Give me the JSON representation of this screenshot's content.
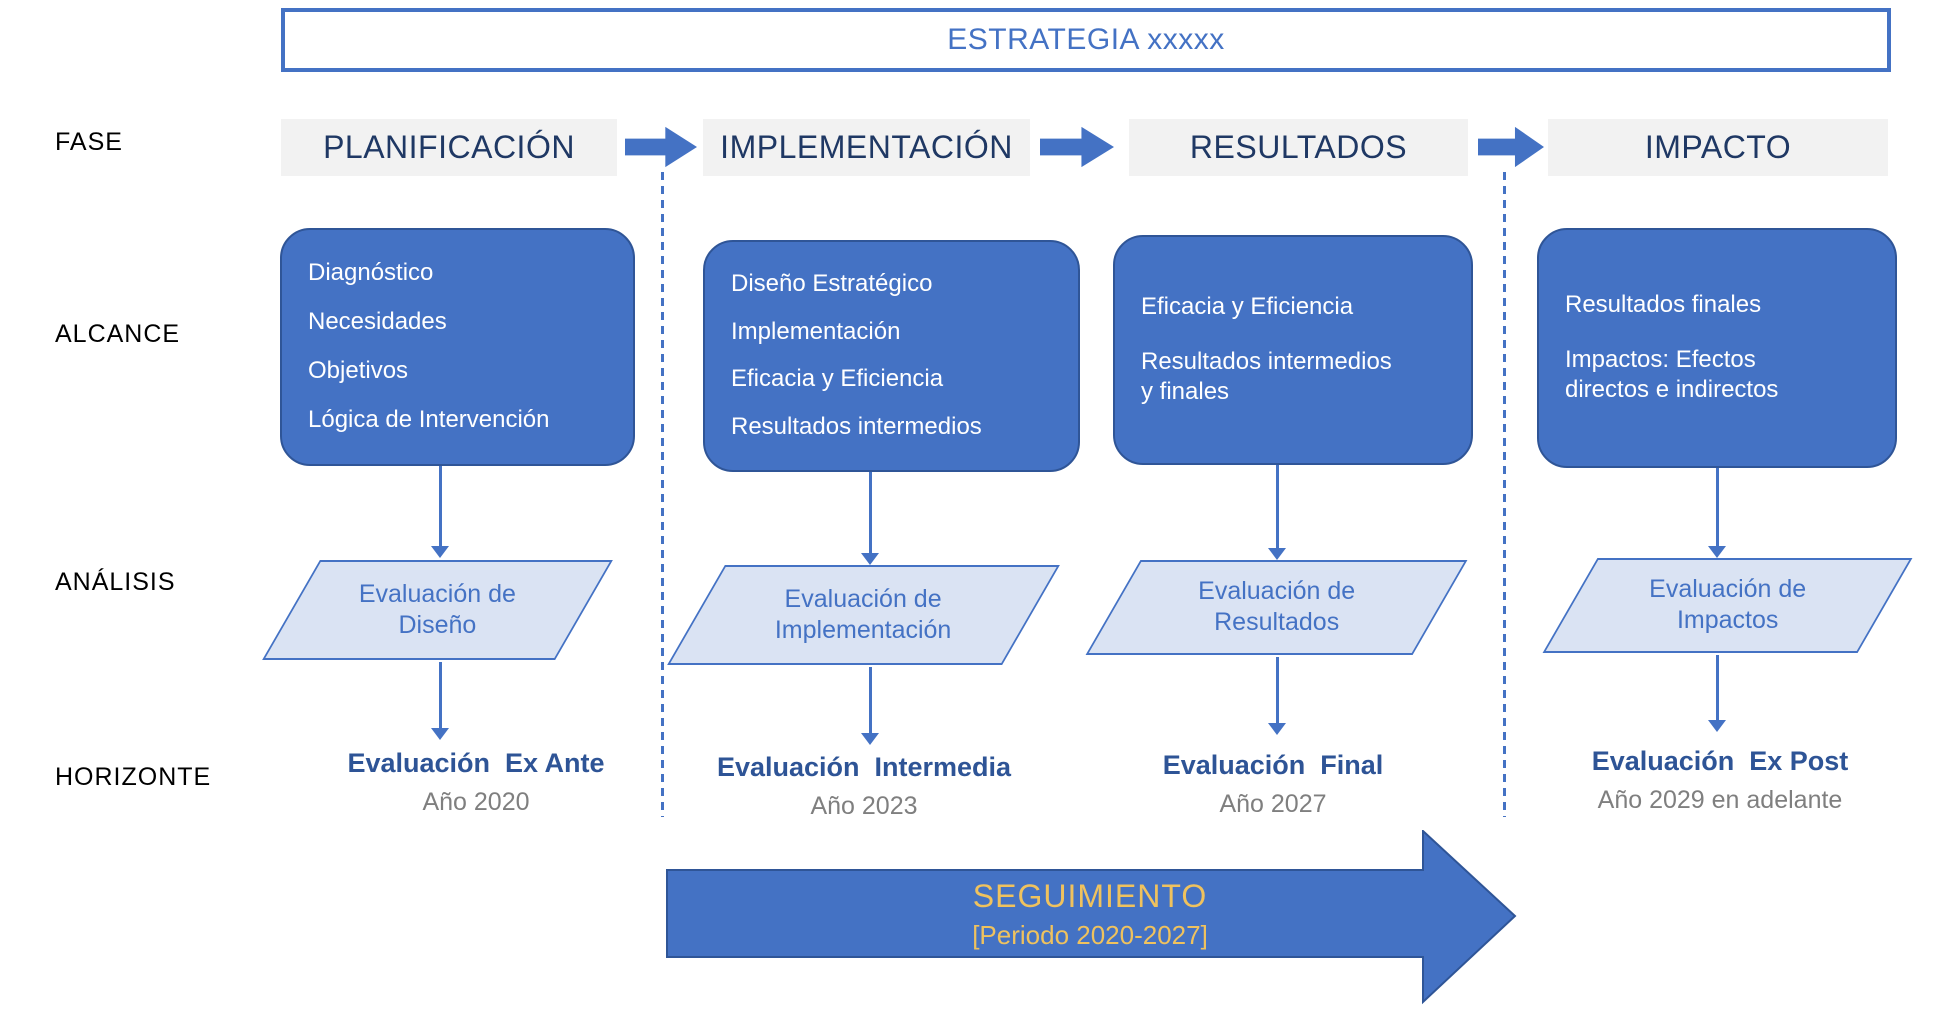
{
  "title": "ESTRATEGIA xxxxx",
  "row_labels": {
    "fase": "FASE",
    "alcance": "ALCANCE",
    "analisis": "ANÁLISIS",
    "horizonte": "HORIZONTE"
  },
  "columns": [
    {
      "phase": "PLANIFICACIÓN",
      "scope_items": [
        "Diagnóstico",
        "Necesidades",
        "Objetivos",
        "Lógica de Intervención"
      ],
      "analysis": "Evaluación de\nDiseño",
      "evaluation": "Evaluación  Ex Ante",
      "year": "Año 2020"
    },
    {
      "phase": "IMPLEMENTACIÓN",
      "scope_items": [
        "Diseño Estratégico",
        "Implementación",
        "Eficacia y Eficiencia",
        "Resultados intermedios"
      ],
      "analysis": "Evaluación de\nImplementación",
      "evaluation": "Evaluación  Intermedia",
      "year": "Año 2023"
    },
    {
      "phase": "RESULTADOS",
      "scope_items": [
        "Eficacia y Eficiencia",
        "Resultados intermedios\ny finales"
      ],
      "analysis": "Evaluación de\nResultados",
      "evaluation": "Evaluación  Final",
      "year": "Año 2027"
    },
    {
      "phase": "IMPACTO",
      "scope_items": [
        "Resultados finales",
        "Impactos: Efectos\ndirectos e indirectos"
      ],
      "analysis": "Evaluación de\nImpactos",
      "evaluation": "Evaluación  Ex Post",
      "year": "Año 2029 en adelante"
    }
  ],
  "seguimiento": {
    "label": "SEGUIMIENTO",
    "period": "[Periodo 2020-2027]"
  },
  "colors": {
    "accent": "#4472C4",
    "accent_dark": "#2F5597",
    "parallelogram_fill": "#DAE3F3",
    "header_bg": "#F2F2F2",
    "header_text": "#1F3864",
    "evaluation_text": "#2E5496",
    "year_text": "#7F7F7F",
    "gold": "#EFC25E"
  }
}
